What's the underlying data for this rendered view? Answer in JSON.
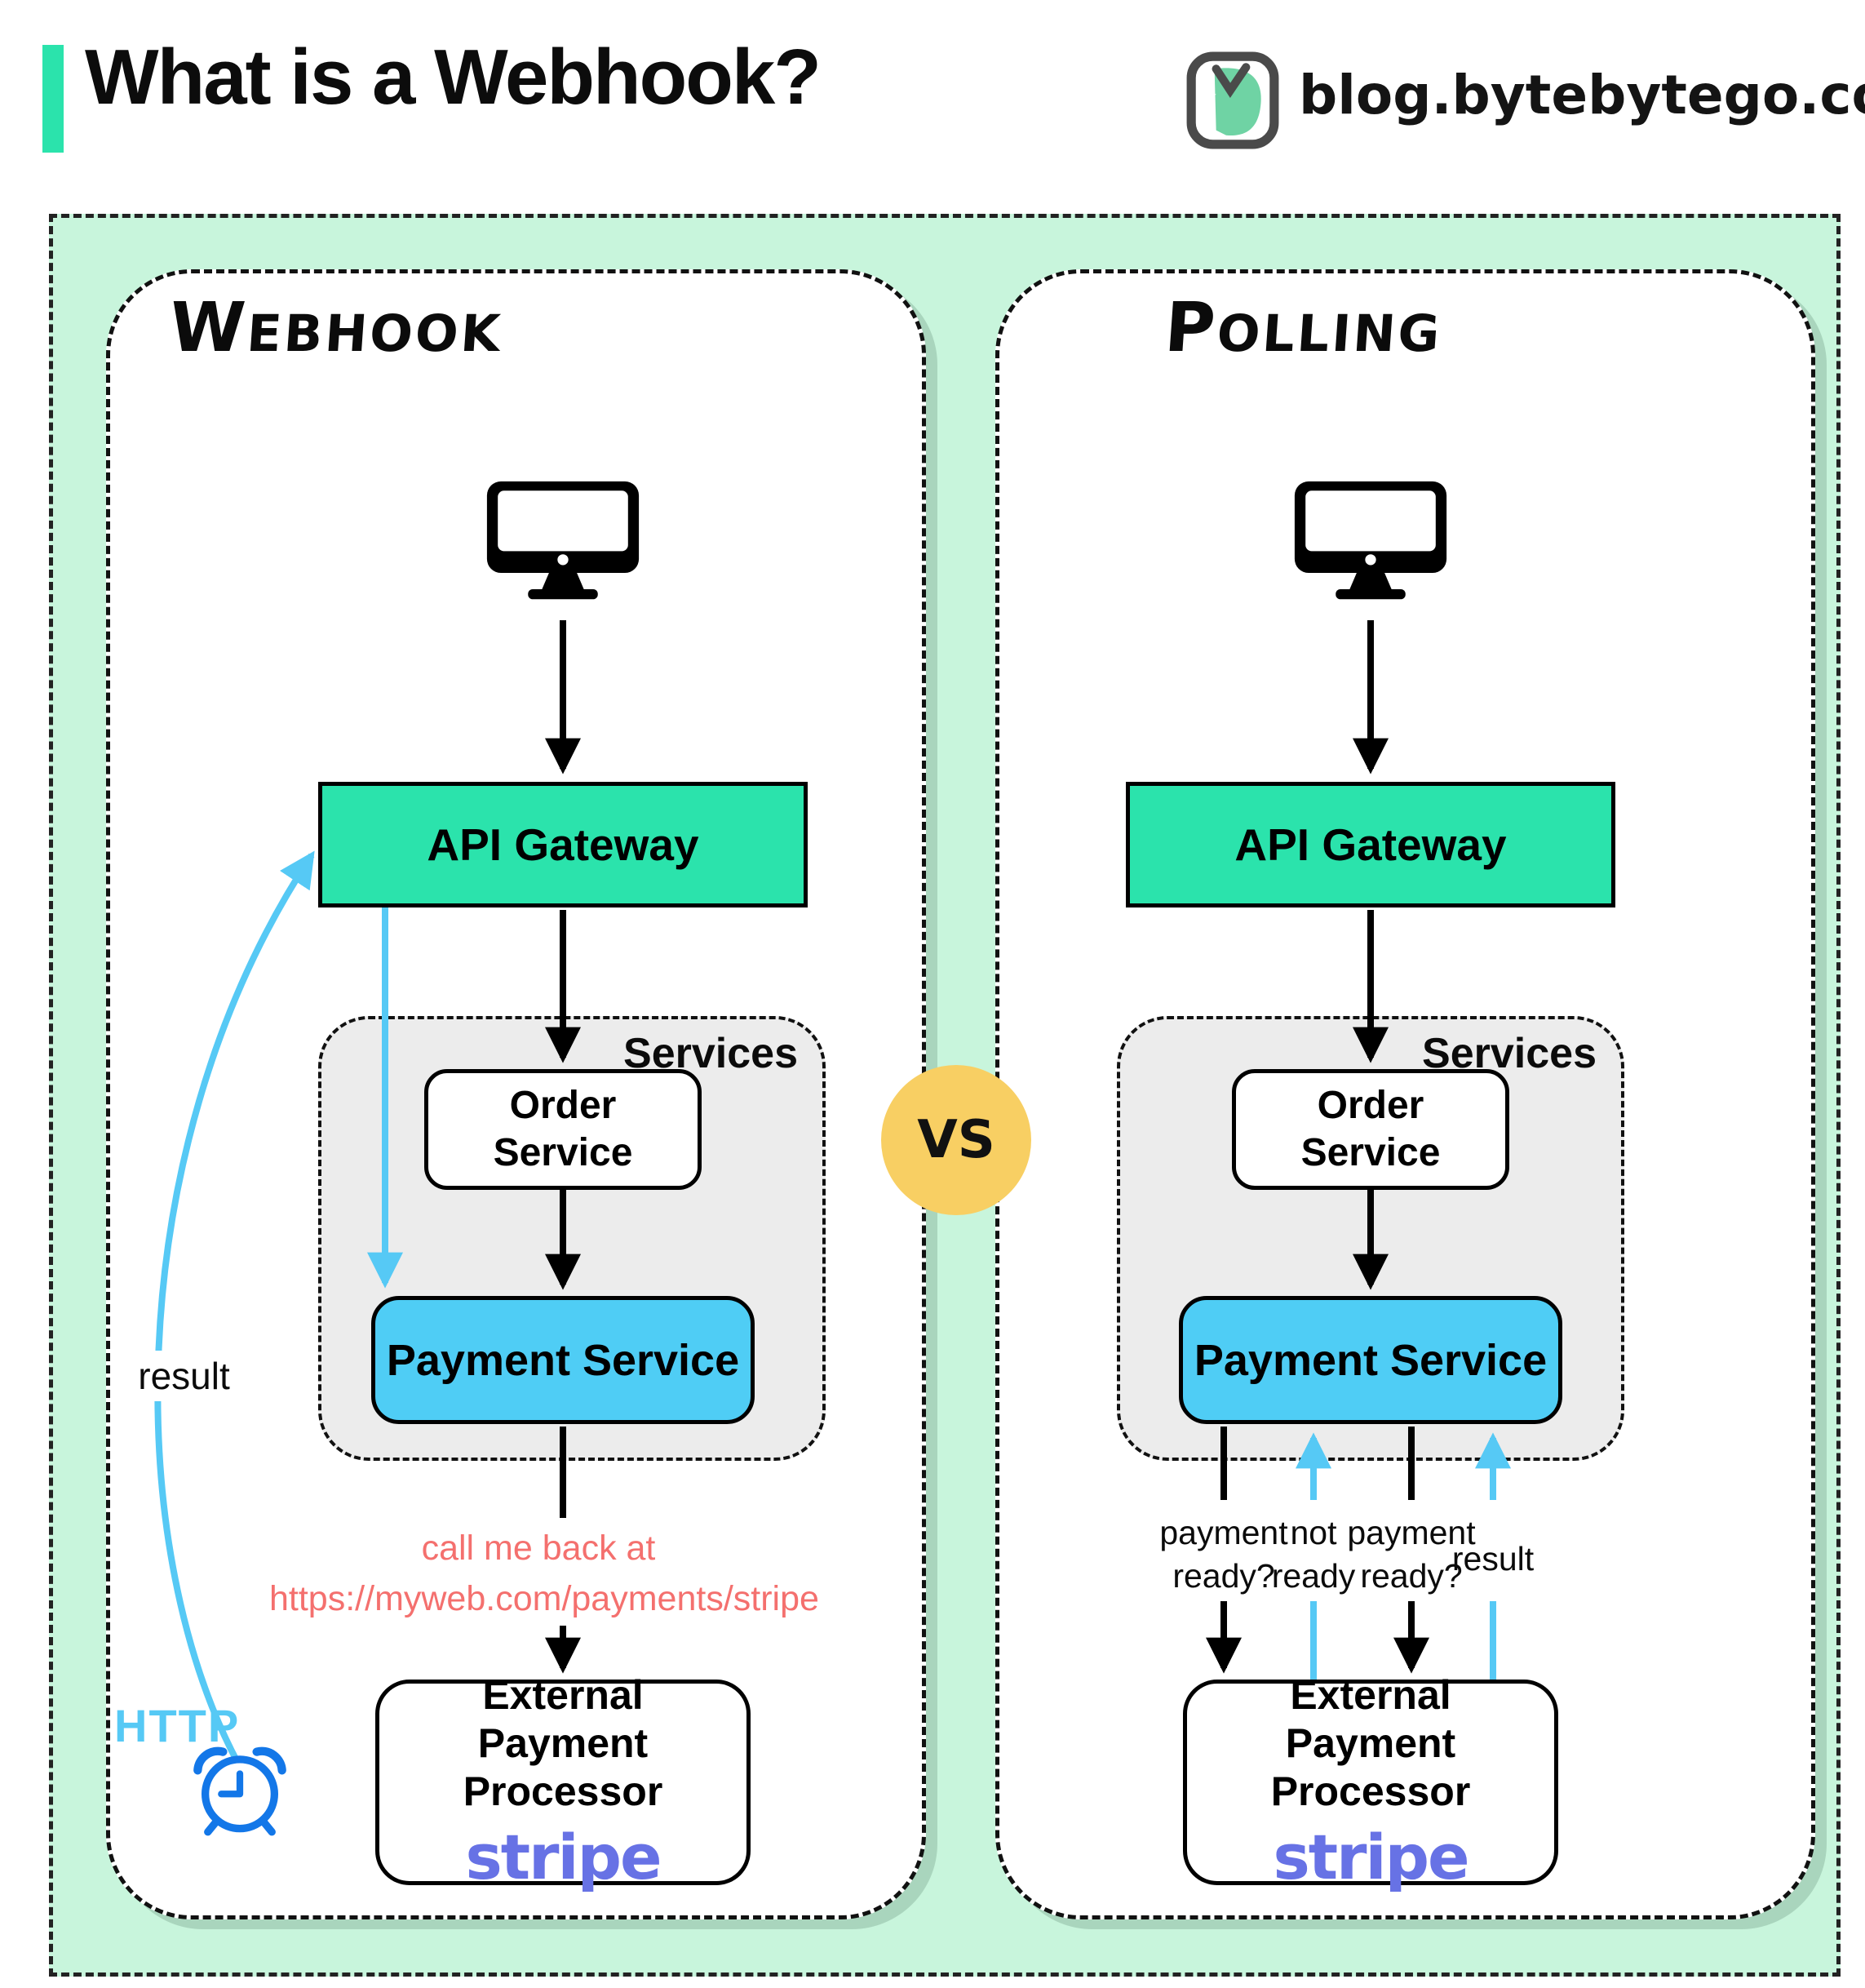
{
  "header": {
    "title": "What is a Webhook?",
    "site": "blog.bytebytego.com"
  },
  "vs": "VS",
  "webhook": {
    "title": "Webhook",
    "api_gateway": "API Gateway",
    "services": "Services",
    "order_service": "Order Service",
    "payment_service": "Payment Service",
    "external_line1": "External",
    "external_line2": "Payment Processor",
    "stripe": "stripe",
    "callback_line1": "call me back at",
    "callback_line2": "https://myweb.com/payments/stripe",
    "result": "result",
    "http": "HTTP"
  },
  "polling": {
    "title": "Polling",
    "api_gateway": "API Gateway",
    "services": "Services",
    "order_service": "Order Service",
    "payment_service": "Payment Service",
    "external_line1": "External",
    "external_line2": "Payment Processor",
    "stripe": "stripe",
    "labels": {
      "q1": "payment ready?",
      "a1": "not ready",
      "q2": "payment ready?",
      "a2": "result"
    }
  },
  "colors": {
    "mint_bg": "#c8f5dc",
    "teal": "#2be3ac",
    "sky_blue": "#4fcdf5",
    "arrow_blue": "#56c9f5",
    "clock_blue": "#1377e8",
    "vs_yellow": "#f8cf63",
    "salmon": "#f4706e",
    "stripe_purple": "#6772e5",
    "services_gray": "#ececec"
  }
}
